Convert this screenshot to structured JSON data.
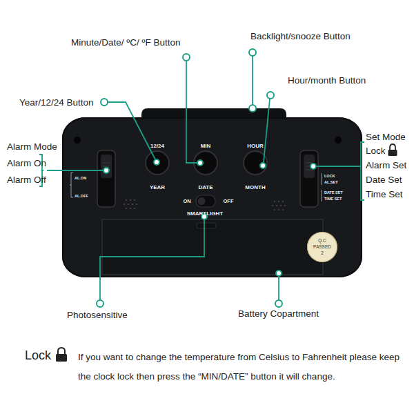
{
  "diagram": {
    "nodes": [
      {
        "text": [
          "12/24",
          "MIN",
          "HOUR",
          "AL.ON",
          "AL.OFF",
          "LOCK",
          "AL.SET",
          "DATE SET",
          "TIME SET",
          "YEAR",
          "DATE",
          "MONTH",
          "ON",
          "OFF",
          "SMARTLIGHT"
        ]
      },
      {
        "text": [
          "Q.C",
          "PASSED",
          "2"
        ],
        "in": 0
      }
    ],
    "labels": [
      "Minute/Date/ ºC/ ºF Button",
      "Backlight/snooze Button",
      "Hour/month Button",
      "Year/12/24 Button",
      "Alarm Mode",
      "Alarm On",
      "Alarm Off",
      "Set Mode",
      "Lock",
      "Alarm Set",
      "Date Set",
      "Time Set",
      "Photosensitive",
      "Battery Copartment",
      "Lock",
      "If you want to change the temperature from Celsius to Fahrenheit please keep the clock lock then press the “MIN/DATE” button it will change."
    ]
  }
}
